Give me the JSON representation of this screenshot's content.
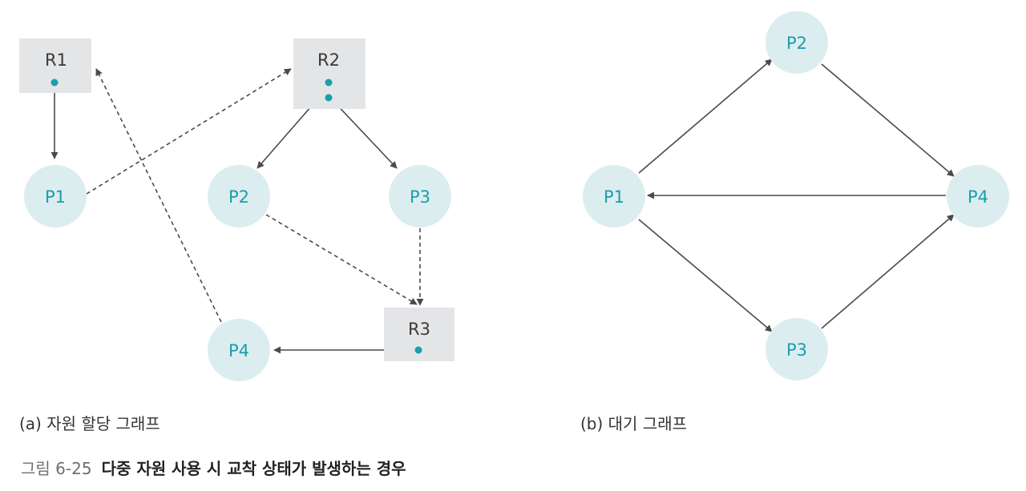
{
  "diagram_a": {
    "caption": "(a) 자원 할당 그래프",
    "resources": [
      "R1",
      "R2",
      "R3"
    ],
    "processes": [
      "P1",
      "P2",
      "P3",
      "P4"
    ],
    "assignment_edges": [
      [
        "R1",
        "P1"
      ],
      [
        "R2",
        "P2"
      ],
      [
        "R2",
        "P3"
      ],
      [
        "R3",
        "P4"
      ]
    ],
    "request_edges": [
      [
        "P1",
        "R2"
      ],
      [
        "P2",
        "R3"
      ],
      [
        "P3",
        "R3"
      ],
      [
        "P4",
        "R1"
      ]
    ]
  },
  "diagram_b": {
    "caption": "(b) 대기 그래프",
    "processes": [
      "P1",
      "P2",
      "P3",
      "P4"
    ],
    "edges": [
      [
        "P1",
        "P2"
      ],
      [
        "P1",
        "P3"
      ],
      [
        "P2",
        "P4"
      ],
      [
        "P3",
        "P4"
      ],
      [
        "P4",
        "P1"
      ]
    ]
  },
  "figure": {
    "number": "그림 6-25",
    "title": "다중 자원 사용 시 교착 상태가 발생하는 경우"
  },
  "colors": {
    "process_fill": "#dcedf0",
    "resource_fill": "#e4e5e7",
    "accent": "#1a9eaa",
    "edge": "#4a4a4a"
  }
}
